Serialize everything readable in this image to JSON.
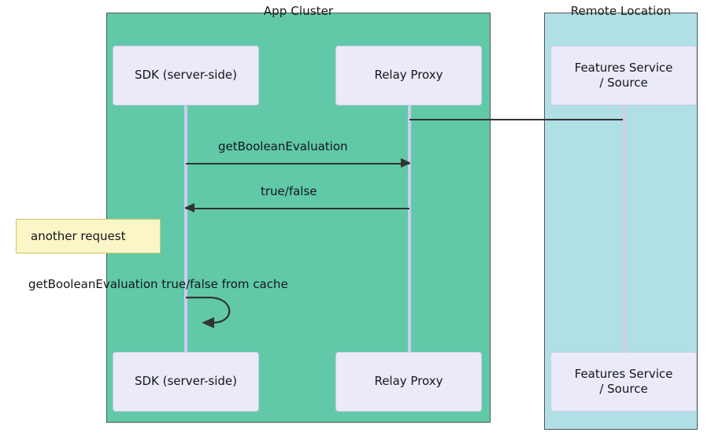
{
  "diagram": {
    "type": "sequence-diagram",
    "title": "",
    "colors": {
      "app_cluster_fill": "#61c9a8",
      "remote_location_fill": "#b0dfe5",
      "participant_fill": "#eaeaf8",
      "participant_border": "#ccccee",
      "lifeline": "#cdcdec",
      "note_fill": "#faf6c8",
      "note_border": "#cfc562",
      "arrow": "#333333",
      "panel_border": "#555555",
      "text": "#14161a",
      "background": "#ffffff"
    }
  },
  "groups": [
    {
      "id": "app-cluster",
      "label": "App Cluster"
    },
    {
      "id": "remote-location",
      "label": "Remote Location"
    }
  ],
  "participants": [
    {
      "id": "sdk",
      "label": "SDK (server-side)",
      "group": "app-cluster"
    },
    {
      "id": "relay-proxy",
      "label": "Relay Proxy",
      "group": "app-cluster"
    },
    {
      "id": "features-service",
      "label": "Features Service / Source",
      "label_line1": "Features Service",
      "label_line2": "/ Source",
      "group": "remote-location"
    }
  ],
  "messages": [
    {
      "id": "msg-1",
      "label": "getBooleanEvaluation",
      "from": "sdk",
      "to": "relay-proxy",
      "direction": "right"
    },
    {
      "id": "msg-2",
      "label": "true/false",
      "from": "relay-proxy",
      "to": "sdk",
      "direction": "left"
    },
    {
      "id": "msg-3",
      "label": "getBooleanEvaluation true/false from cache",
      "from": "sdk",
      "to": "sdk",
      "direction": "self"
    }
  ],
  "connectors": [
    {
      "id": "relay-to-features",
      "from": "relay-proxy",
      "to": "features-service",
      "label": ""
    }
  ],
  "notes": [
    {
      "id": "note-another-request",
      "label": "another request"
    }
  ]
}
